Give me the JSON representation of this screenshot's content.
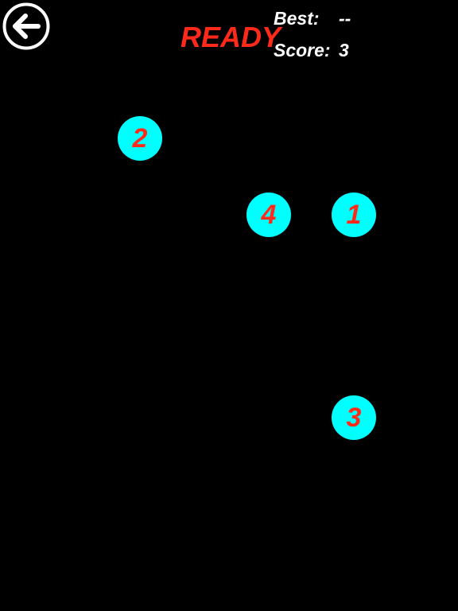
{
  "header": {
    "back_icon": "back-arrow-icon",
    "status": "READY",
    "best_label": "Best:",
    "best_value": "--",
    "score_label": "Score:",
    "score_value": "3"
  },
  "balls": [
    {
      "number": "2"
    },
    {
      "number": "4"
    },
    {
      "number": "1"
    },
    {
      "number": "3"
    }
  ],
  "colors": {
    "background": "#000000",
    "ball_fill": "#00ffff",
    "ball_number": "#ff2a1a",
    "status_text": "#ff2a1a",
    "stat_text": "#ffffff"
  }
}
